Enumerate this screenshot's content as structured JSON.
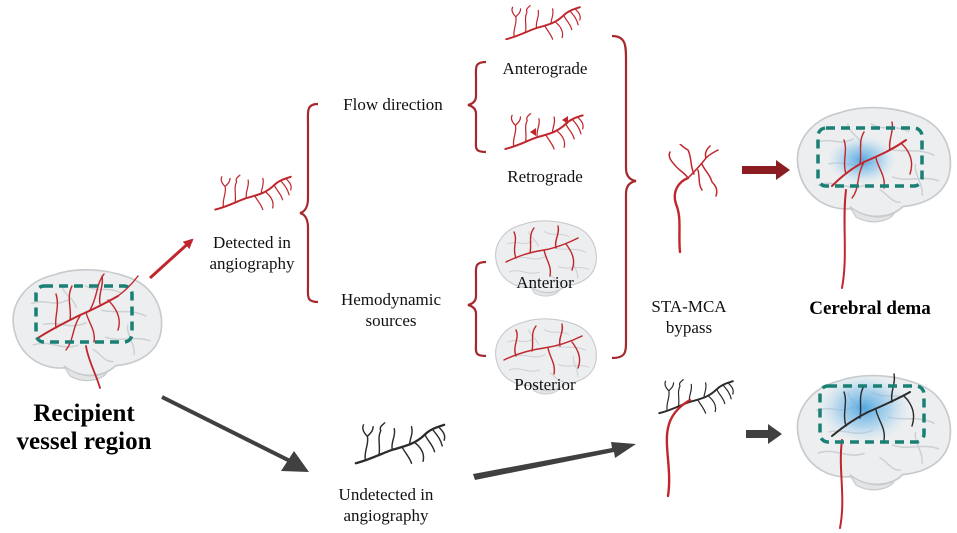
{
  "labels": {
    "recipient_line1": "Recipient",
    "recipient_line2": "vessel region",
    "detected_line1": "Detected in",
    "detected_line2": "angiography",
    "undetected_line1": "Undetected in",
    "undetected_line2": "angiography",
    "flow_direction": "Flow direction",
    "hemodynamic_line1": "Hemodynamic",
    "hemodynamic_line2": "sources",
    "anterograde": "Anterograde",
    "retrograde": "Retrograde",
    "anterior": "Anterior",
    "posterior": "Posterior",
    "bypass_line1": "STA-MCA",
    "bypass_line2": "bypass",
    "cerebral_edema": "Cerebral dema"
  },
  "colors": {
    "vessel_red": "#c0272d",
    "vessel_dark": "#2b2b2b",
    "brain_fill": "#eceef0",
    "brain_line": "#c8cbce",
    "region_box": "#1a7f74",
    "edema_blue": "#4aa3df",
    "bracket_red": "#a5282c",
    "arrow_dark": "#404040"
  },
  "icons": {
    "brain": "brain-illustration",
    "vessel": "vessel-tree",
    "edema": "edema-glow"
  }
}
